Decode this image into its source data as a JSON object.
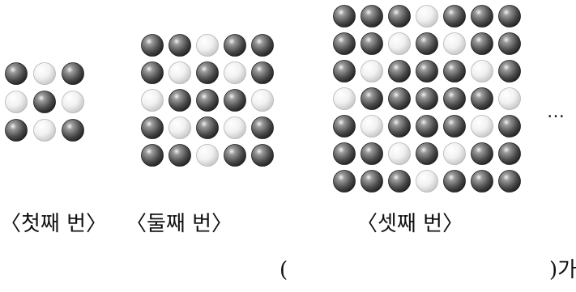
{
  "figure": {
    "colors": {
      "dark_ball": "#5f5f5f",
      "light_ball": "#e8e8e8"
    },
    "patterns": [
      {
        "name": "첫째 번",
        "size": 3,
        "rows": [
          [
            1,
            0,
            1
          ],
          [
            0,
            1,
            0
          ],
          [
            1,
            0,
            1
          ]
        ]
      },
      {
        "name": "둘째 번",
        "size": 5,
        "rows": [
          [
            1,
            1,
            0,
            1,
            1
          ],
          [
            1,
            0,
            1,
            0,
            1
          ],
          [
            0,
            1,
            1,
            1,
            0
          ],
          [
            1,
            0,
            1,
            0,
            1
          ],
          [
            1,
            1,
            0,
            1,
            1
          ]
        ]
      },
      {
        "name": "셋째 번",
        "size": 7,
        "rows": [
          [
            1,
            1,
            1,
            0,
            1,
            1,
            1
          ],
          [
            1,
            1,
            0,
            1,
            0,
            1,
            1
          ],
          [
            1,
            0,
            1,
            1,
            1,
            0,
            1
          ],
          [
            0,
            1,
            1,
            1,
            1,
            1,
            0
          ],
          [
            1,
            0,
            1,
            1,
            1,
            0,
            1
          ],
          [
            1,
            1,
            0,
            1,
            0,
            1,
            1
          ],
          [
            1,
            1,
            1,
            0,
            1,
            1,
            1
          ]
        ]
      }
    ],
    "labels": {
      "first": "〈첫째 번〉",
      "second": "〈둘째 번〉",
      "third": "〈셋째 번〉"
    },
    "ellipsis": "…",
    "answer": {
      "open": "(",
      "close": ")가"
    }
  }
}
